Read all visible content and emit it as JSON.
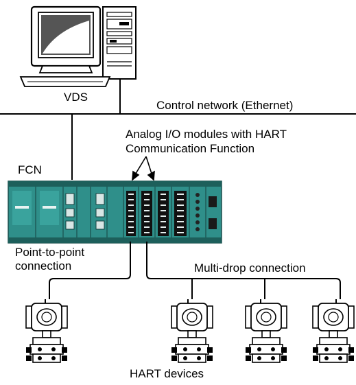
{
  "labels": {
    "vds": "VDS",
    "control_network": "Control network (Ethernet)",
    "analog_io_line1": "Analog I/O modules  with HART",
    "analog_io_line2": "Communication Function",
    "fcn": "FCN",
    "point_to_point_line1": "Point-to-point",
    "point_to_point_line2": "connection",
    "multi_drop": "Multi-drop connection",
    "hart_devices": "HART devices"
  },
  "colors": {
    "line": "#000000",
    "rack_teal": "#2f8f8a",
    "rack_dark": "#1d5f5b",
    "computer_fill": "#ffffff"
  },
  "icons": {
    "computer": "desktop-computer-icon",
    "controller": "fcn-controller-rack-icon",
    "transmitter": "pressure-transmitter-icon"
  }
}
